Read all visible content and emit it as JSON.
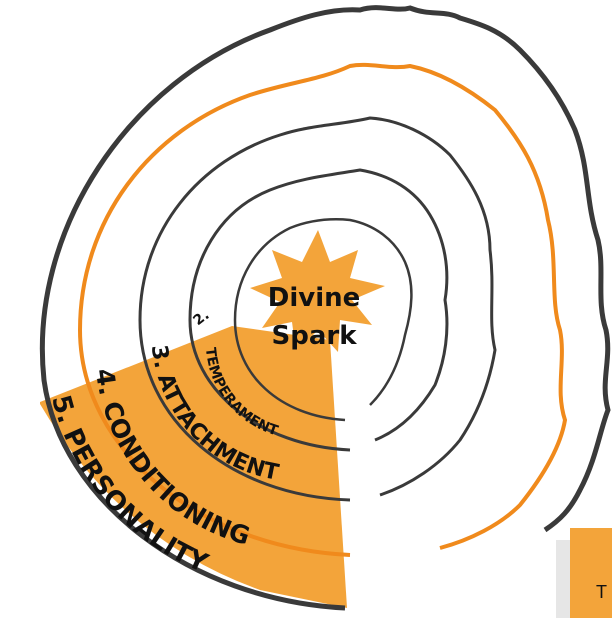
{
  "colors": {
    "accent": "#f3a43a",
    "ring_dark": "#3a3a3a",
    "ring_orange": "#f08a1c"
  },
  "center": {
    "line1": "Divine",
    "line2": "Spark"
  },
  "rings": [
    {
      "label": "2."
    },
    {
      "label": "TEMPERAMENT"
    },
    {
      "label": "3. ATTACHMENT"
    },
    {
      "label": "4. CONDITIONING"
    },
    {
      "label": "5. PERSONALITY"
    }
  ],
  "corner": {
    "text": "T"
  }
}
